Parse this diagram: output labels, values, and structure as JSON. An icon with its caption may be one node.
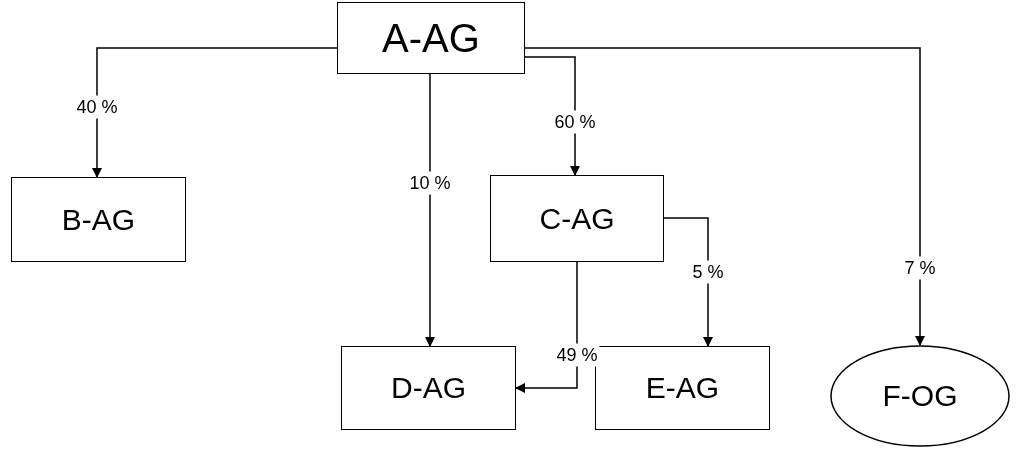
{
  "diagram": {
    "nodes": [
      {
        "text": [
          "A-AG"
        ]
      },
      {
        "text": [
          "B-AG"
        ]
      },
      {
        "text": [
          "C-AG"
        ]
      },
      {
        "text": [
          "D-AG"
        ]
      },
      {
        "text": [
          "E-AG"
        ]
      },
      {
        "text": [
          "F-OG"
        ]
      }
    ],
    "edges": [
      {
        "from": 0,
        "to": 1,
        "arrow": "to",
        "label": "40 %"
      },
      {
        "from": 0,
        "to": 3,
        "arrow": "to",
        "label": "10 %"
      },
      {
        "from": 0,
        "to": 2,
        "arrow": "to",
        "label": "60 %"
      },
      {
        "from": 0,
        "to": 5,
        "arrow": "to",
        "label": "7 %"
      },
      {
        "from": 2,
        "to": 4,
        "arrow": "to",
        "label": "5 %"
      },
      {
        "from": 2,
        "to": 3,
        "arrow": "to",
        "label": "49 %"
      }
    ]
  }
}
